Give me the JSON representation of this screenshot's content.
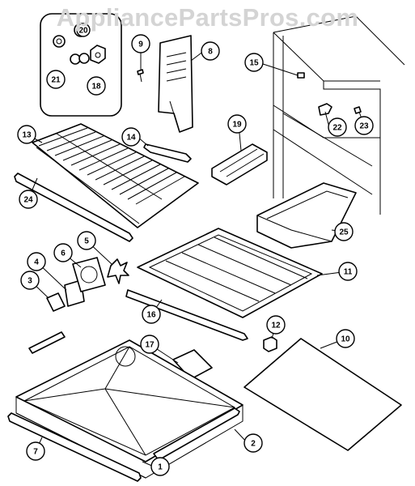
{
  "watermark": "AppliancePartsPros.com",
  "callouts": [
    {
      "id": "c1",
      "label": "1"
    },
    {
      "id": "c2",
      "label": "2"
    },
    {
      "id": "c3",
      "label": "3"
    },
    {
      "id": "c4",
      "label": "4"
    },
    {
      "id": "c5",
      "label": "5"
    },
    {
      "id": "c6",
      "label": "6"
    },
    {
      "id": "c7",
      "label": "7"
    },
    {
      "id": "c8",
      "label": "8"
    },
    {
      "id": "c9",
      "label": "9"
    },
    {
      "id": "c10",
      "label": "10"
    },
    {
      "id": "c11",
      "label": "11"
    },
    {
      "id": "c12",
      "label": "12"
    },
    {
      "id": "c13",
      "label": "13"
    },
    {
      "id": "c14",
      "label": "14"
    },
    {
      "id": "c15",
      "label": "15"
    },
    {
      "id": "c16",
      "label": "16"
    },
    {
      "id": "c17",
      "label": "17"
    },
    {
      "id": "c18",
      "label": "18"
    },
    {
      "id": "c19",
      "label": "19"
    },
    {
      "id": "c20",
      "label": "20"
    },
    {
      "id": "c21",
      "label": "21"
    },
    {
      "id": "c22",
      "label": "22"
    },
    {
      "id": "c23",
      "label": "23"
    },
    {
      "id": "c24",
      "label": "24"
    },
    {
      "id": "c25",
      "label": "25"
    }
  ]
}
